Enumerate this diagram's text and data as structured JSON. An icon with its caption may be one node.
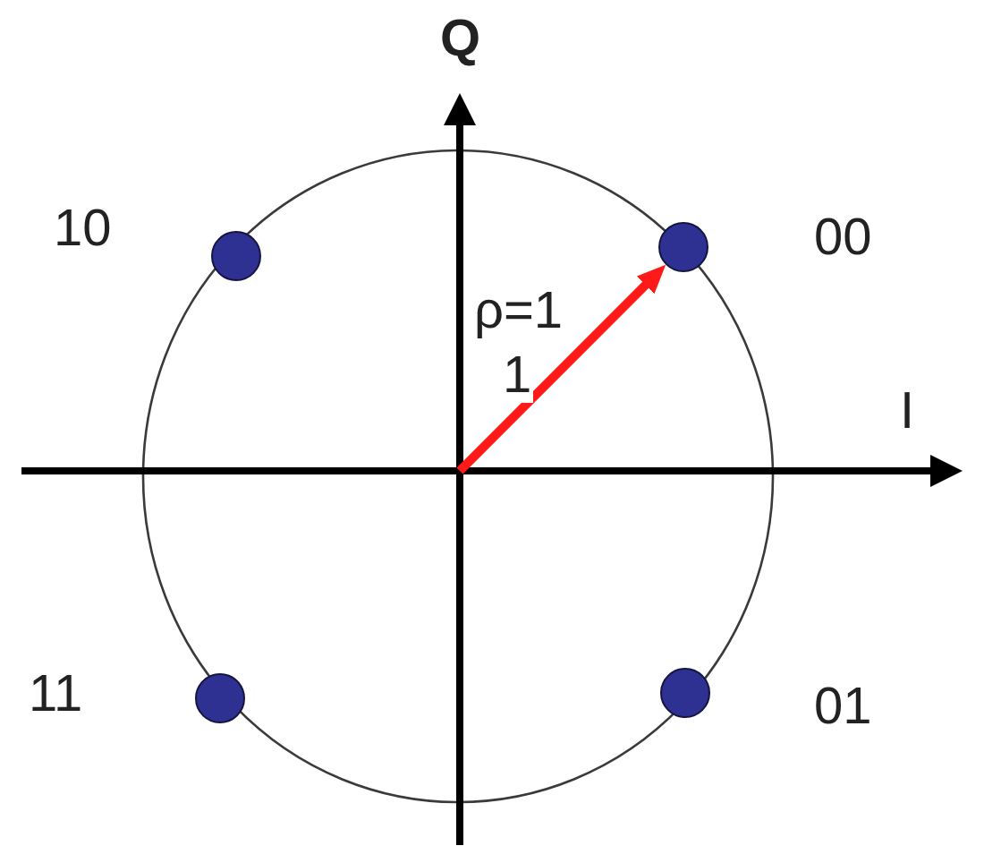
{
  "diagram": {
    "nodes": [
      {
        "text": [],
        "shape": "circle",
        "beside": [
          "10"
        ]
      },
      {
        "text": [],
        "shape": "circle",
        "beside": [
          "00"
        ]
      },
      {
        "text": [],
        "shape": "circle",
        "beside": [
          "11"
        ]
      },
      {
        "text": [],
        "shape": "circle",
        "beside": [
          "01"
        ]
      }
    ],
    "edges": [
      {
        "from": null,
        "to": 1,
        "arrow": "to",
        "label": "1",
        "color": "#ff1a1a"
      }
    ],
    "labels": [
      "Q",
      "ρ=1",
      "I"
    ]
  }
}
